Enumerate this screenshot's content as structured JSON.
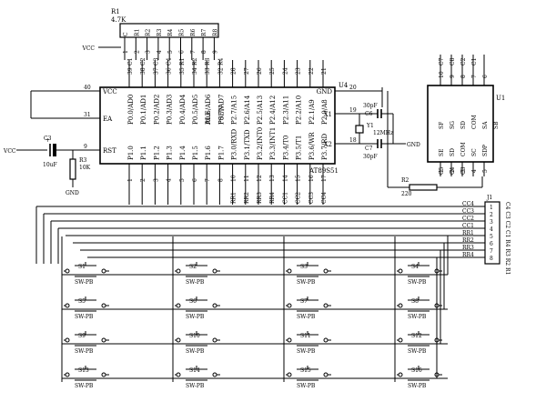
{
  "labels": {
    "r1_ref": "R1",
    "r1_val": "4.7K",
    "vcc": "VCC",
    "gnd": "GND",
    "mcu_ref": "U4",
    "mcu_part": "AT89S51",
    "c3_ref": "C3",
    "c3_val": "10uF",
    "r3_ref": "R3",
    "r3_val": "10K",
    "c6_ref": "C6",
    "c7_ref": "C7",
    "cap_val": "30pF",
    "y1_ref": "Y1",
    "y1_val": "12MHz",
    "r2_ref": "R2",
    "r2_val": "220",
    "u1_ref": "U1",
    "j1_ref": "J1",
    "j1_side_text": "C4 C3 C2 C1 R4 R3 R2 R1",
    "switch_part": "SW-PB"
  },
  "r1_pins": [
    "C",
    "R1",
    "R2",
    "R3",
    "R4",
    "R5",
    "R6",
    "R7",
    "R8"
  ],
  "r1_pin_numbers": [
    "1",
    "2",
    "3",
    "4",
    "5",
    "6",
    "7",
    "8",
    "9"
  ],
  "mcu_left_pins": [
    {
      "num": "40",
      "name": "VCC"
    },
    {
      "num": "31",
      "name": "EA"
    },
    {
      "num": "9",
      "name": "RST"
    }
  ],
  "mcu_top_pin_numbers": [
    "39",
    "38",
    "37",
    "36",
    "35",
    "34",
    "33",
    "32",
    "28",
    "27",
    "26",
    "25",
    "24",
    "23",
    "22",
    "21"
  ],
  "mcu_top_net_names": [
    "C1",
    "C2",
    "C3",
    "C4",
    "R1",
    "R2",
    "R3",
    "R4"
  ],
  "mcu_port0_names": [
    "P0.0/AD0",
    "P0.1/AD1",
    "P0.2/AD2",
    "P0.3/AD3",
    "P0.4/AD4",
    "P0.5/AD5",
    "P0.6/AD6",
    "P0.7/AD7"
  ],
  "mcu_port2_names": [
    "ALE",
    "PSEN",
    "P2.7/A15",
    "P2.6/A14",
    "P2.5/A13",
    "P2.4/A12",
    "P2.3/A11",
    "P2.2/A10",
    "P2.1/A9",
    "P2.0/A8"
  ],
  "mcu_port1_names": [
    "P1.0",
    "P1.1",
    "P1.2",
    "P1.3",
    "P1.4",
    "P1.5",
    "P1.6",
    "P1.7"
  ],
  "mcu_port3_names": [
    "P3.0/RXD",
    "P3.1/TXD",
    "P3.2/INT0",
    "P3.3/INT1",
    "P3.4/T0",
    "P3.5/T1",
    "P3.6/WR",
    "P3.7/RD"
  ],
  "mcu_right_pins": [
    {
      "num": "20",
      "name": "GND"
    },
    {
      "num": "19",
      "name": "X1"
    },
    {
      "num": "18",
      "name": "X2"
    }
  ],
  "mcu_bottom_pin_numbers": [
    "1",
    "2",
    "3",
    "4",
    "5",
    "6",
    "7",
    "8",
    "10",
    "11",
    "12",
    "13",
    "14",
    "15",
    "16",
    "17"
  ],
  "mcu_bottom_net_names": [
    "RR1",
    "RR2",
    "RR3",
    "RR4",
    "CC1",
    "CC2",
    "CC3",
    "CC4"
  ],
  "u1_pins": [
    "SF",
    "SG",
    "SD",
    "COM",
    "SA",
    "SB",
    "SE",
    "SD",
    "COM",
    "SC",
    "SDP"
  ],
  "u1_top_nets": [
    "C7",
    "C8",
    "C2",
    "C1"
  ],
  "u1_top_numbers": [
    "10",
    "9",
    "8",
    "7",
    "6"
  ],
  "u1_bottom_nets": [
    "C5",
    "C4",
    "C3"
  ],
  "u1_bottom_numbers": [
    "1",
    "2",
    "3",
    "4",
    "5"
  ],
  "j1_pin_numbers": [
    "1",
    "2",
    "3",
    "4",
    "5",
    "6",
    "7",
    "8"
  ],
  "j1_net_labels": [
    "CC4",
    "CC3",
    "CC2",
    "CC1",
    "RR1",
    "RR2",
    "RR3",
    "RR4"
  ],
  "switches": [
    {
      "ref": "S1",
      "row": 0,
      "col": 0
    },
    {
      "ref": "S2",
      "row": 0,
      "col": 1
    },
    {
      "ref": "S3",
      "row": 0,
      "col": 2
    },
    {
      "ref": "S4",
      "row": 0,
      "col": 3
    },
    {
      "ref": "S5",
      "row": 1,
      "col": 0
    },
    {
      "ref": "S6",
      "row": 1,
      "col": 1
    },
    {
      "ref": "S7",
      "row": 1,
      "col": 2
    },
    {
      "ref": "S8",
      "row": 1,
      "col": 3
    },
    {
      "ref": "S9",
      "row": 2,
      "col": 0
    },
    {
      "ref": "S10",
      "row": 2,
      "col": 1
    },
    {
      "ref": "S11",
      "row": 2,
      "col": 2
    },
    {
      "ref": "S12",
      "row": 2,
      "col": 3
    },
    {
      "ref": "S13",
      "row": 3,
      "col": 0
    },
    {
      "ref": "S14",
      "row": 3,
      "col": 1
    },
    {
      "ref": "S15",
      "row": 3,
      "col": 2
    },
    {
      "ref": "S16",
      "row": 3,
      "col": 3
    }
  ]
}
